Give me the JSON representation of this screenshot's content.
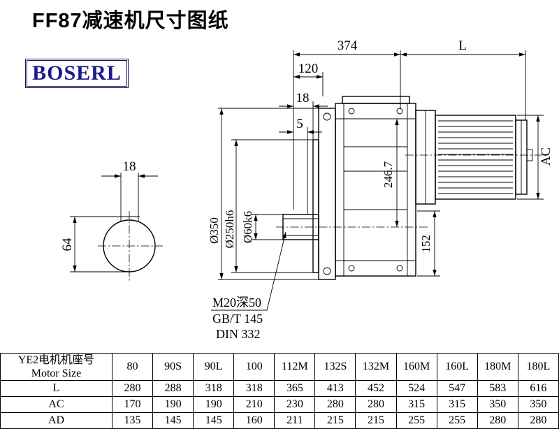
{
  "page": {
    "title": "FF87减速机尺寸图纸",
    "logo_text": "BOSERL"
  },
  "colors": {
    "line": "#000000",
    "logo_border": "#141466",
    "logo_text": "#1a1a8c"
  },
  "drawing": {
    "top_dims": {
      "d374": "374",
      "dL": "L",
      "d120": "120",
      "d18": "18",
      "d5": "5"
    },
    "right_dims": {
      "ac": "AC"
    },
    "inner_dims": {
      "d246_7": "246.7",
      "d152": "152"
    },
    "left_dims": {
      "d350": "Ø350",
      "d250": "Ø250h6",
      "d60": "Ø60k6"
    },
    "shaft_view": {
      "key_width": "18",
      "key_height": "64"
    },
    "notes": {
      "thread": "M20深50",
      "std1": "GB/T 145",
      "std2": "DIN 332"
    }
  },
  "table": {
    "header": {
      "cn": "YE2电机机座号",
      "en": "Motor Size"
    },
    "sizes": [
      "80",
      "90S",
      "90L",
      "100",
      "112M",
      "132S",
      "132M",
      "160M",
      "160L",
      "180M",
      "180L"
    ],
    "rows": [
      {
        "label": "L",
        "values": [
          "280",
          "288",
          "318",
          "318",
          "365",
          "413",
          "452",
          "524",
          "547",
          "583",
          "616"
        ]
      },
      {
        "label": "AC",
        "values": [
          "170",
          "190",
          "190",
          "210",
          "230",
          "280",
          "280",
          "315",
          "315",
          "350",
          "350"
        ]
      },
      {
        "label": "AD",
        "values": [
          "135",
          "145",
          "145",
          "160",
          "211",
          "215",
          "215",
          "255",
          "255",
          "280",
          "280"
        ]
      }
    ]
  }
}
